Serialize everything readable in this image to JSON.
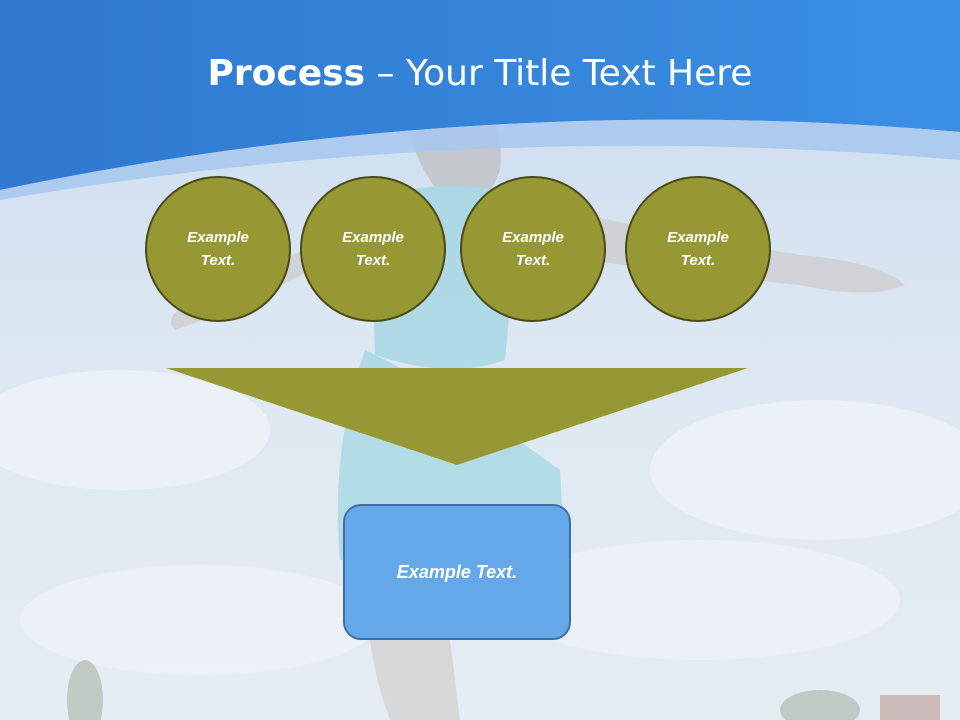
{
  "slide": {
    "title_bold": "Process",
    "title_rest": " – Your Title Text Here",
    "steps": [
      {
        "label": "Example Text."
      },
      {
        "label": "Example Text."
      },
      {
        "label": "Example Text."
      },
      {
        "label": "Example Text."
      }
    ],
    "result": {
      "label": "Example Text."
    }
  },
  "colors": {
    "header_blue": "#2e78cc",
    "circle_fill": "#969933",
    "circle_border": "#4a4a14",
    "funnel_fill": "#969933",
    "result_fill": "#64a8ea",
    "result_border": "#3d6ea6"
  }
}
